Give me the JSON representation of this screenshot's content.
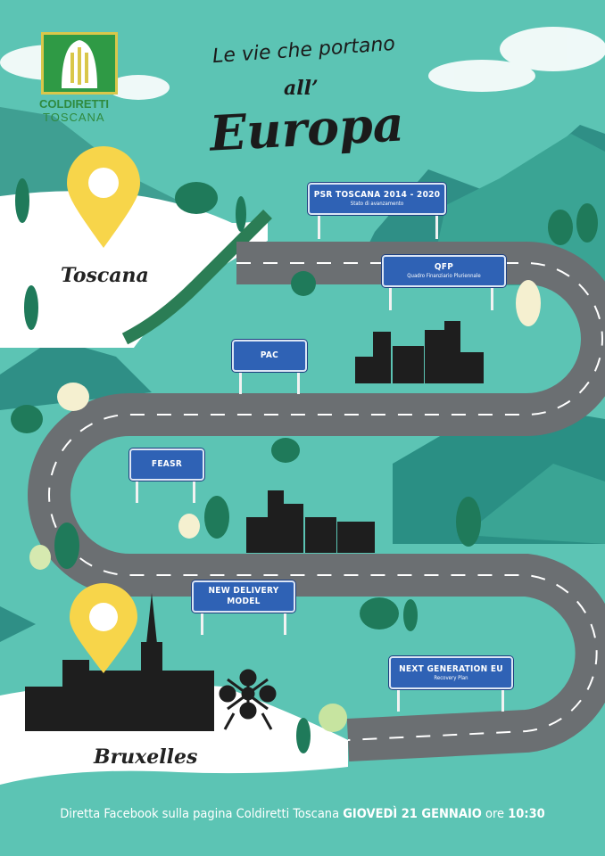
{
  "logo": {
    "name": "COLDIRETTI",
    "region": "TOSCANA"
  },
  "title": {
    "line1": "Le vie che portano",
    "line2": "all’",
    "line3": "Europa"
  },
  "places": {
    "start": "Toscana",
    "end": "Bruxelles"
  },
  "signs": [
    {
      "title": "PSR TOSCANA 2014 - 2020",
      "subtitle": "Stato di avanzamento"
    },
    {
      "title": "QFP",
      "subtitle": "Quadro Finanziario Pluriennale"
    },
    {
      "title": "PAC"
    },
    {
      "title": "FEASR"
    },
    {
      "title": "NEW DELIVERY MODEL"
    },
    {
      "title": "NEXT GENERATION EU",
      "subtitle": "Recovery Plan"
    }
  ],
  "footer": {
    "text": "Diretta Facebook sulla pagina Coldiretti Toscana ",
    "bold": "GIOVEDÌ 21 GENNAIO",
    "time_prefix": " ore ",
    "time": "10:30"
  },
  "colors": {
    "background": "#5cc4b4",
    "road": "#6b6f72",
    "sign": "#2f62b5",
    "pin": "#f7d54a"
  }
}
